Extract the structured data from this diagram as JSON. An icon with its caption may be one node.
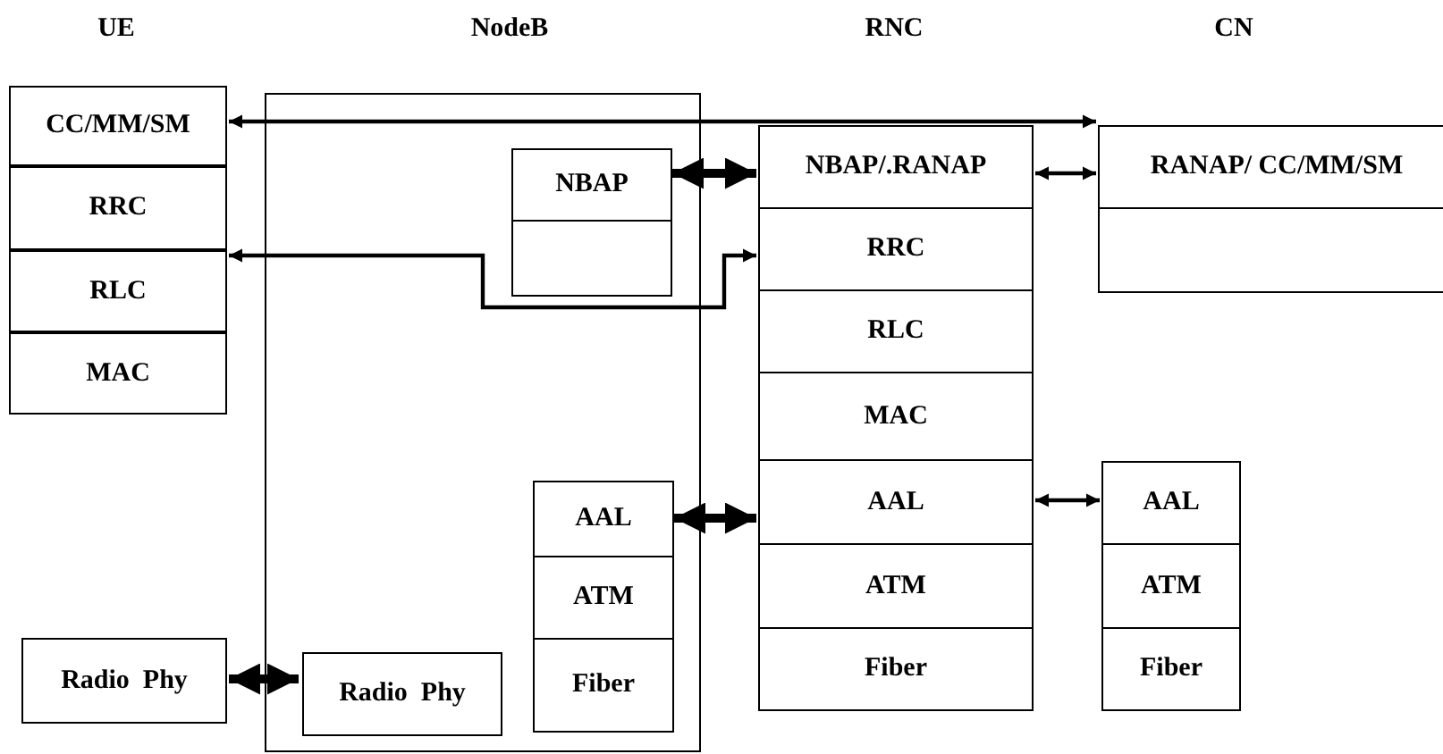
{
  "diagram": {
    "nodes": [
      {
        "text": [
          "CC/MM/SM"
        ]
      },
      {
        "text": [
          "RRC"
        ]
      },
      {
        "text": [
          "RLC"
        ]
      },
      {
        "text": [
          "MAC"
        ]
      },
      {
        "text": [
          "Radio  Phy"
        ]
      },
      {
        "text": [],
        "shape": "box"
      },
      {
        "text": [
          "NBAP"
        ],
        "in": 5
      },
      {
        "text": [],
        "shape": "box",
        "in": 5
      },
      {
        "text": [
          "AAL"
        ],
        "in": 5
      },
      {
        "text": [
          "ATM"
        ],
        "in": 5
      },
      {
        "text": [
          "Fiber"
        ],
        "in": 5
      },
      {
        "text": [
          "Radio  Phy"
        ],
        "in": 5
      },
      {
        "text": [
          "NBAP/.RANAP"
        ]
      },
      {
        "text": [
          "RRC"
        ]
      },
      {
        "text": [
          "RLC"
        ]
      },
      {
        "text": [
          "MAC"
        ]
      },
      {
        "text": [
          "AAL"
        ]
      },
      {
        "text": [
          "ATM"
        ]
      },
      {
        "text": [
          "Fiber"
        ]
      },
      {
        "text": [
          "RANAP/ CC/MM/SM"
        ]
      },
      {
        "text": [],
        "shape": "box"
      },
      {
        "text": [
          "AAL"
        ]
      },
      {
        "text": [
          "ATM"
        ]
      },
      {
        "text": [
          "Fiber"
        ]
      }
    ],
    "edges": [
      {
        "from": 0,
        "to": 19,
        "arrow": "both"
      },
      {
        "from": 6,
        "to": 12,
        "arrow": "both",
        "style": "thick"
      },
      {
        "from": 12,
        "to": 19,
        "arrow": "both"
      },
      {
        "from": 1,
        "to": 13,
        "arrow": "both"
      },
      {
        "from": 8,
        "to": 16,
        "arrow": "both",
        "style": "thick"
      },
      {
        "from": 16,
        "to": 21,
        "arrow": "both"
      },
      {
        "from": 4,
        "to": 11,
        "arrow": "both",
        "style": "thick"
      }
    ],
    "labels": [
      "UE",
      "NodeB",
      "RNC",
      "CN"
    ]
  }
}
